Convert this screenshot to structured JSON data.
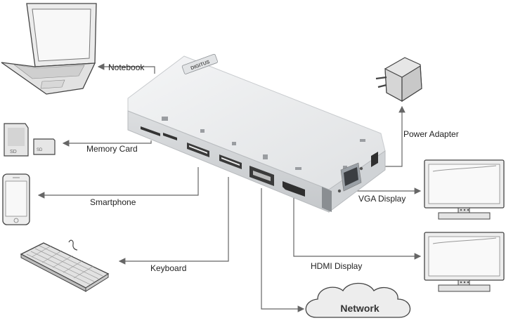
{
  "hub": {
    "brand": "DIGITUS"
  },
  "labels": {
    "notebook": "Notebook",
    "memory_card": "Memory Card",
    "smartphone": "Smartphone",
    "keyboard": "Keyboard",
    "power_adapter": "Power Adapter",
    "vga_display": "VGA Display",
    "hdmi_display": "HDMI Display",
    "network": "Network"
  },
  "colors": {
    "hub_body": "#e8e9ea",
    "device_outline": "#444444",
    "connector": "#666666"
  }
}
